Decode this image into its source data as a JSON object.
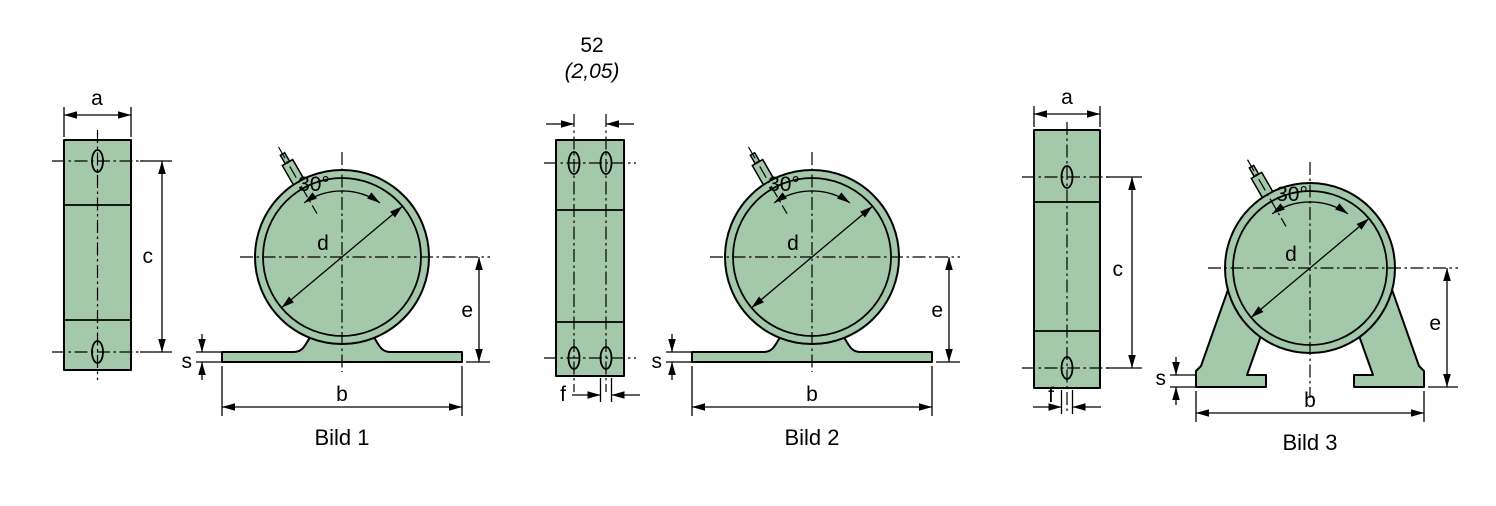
{
  "colors": {
    "part_fill": "#a4c8aa",
    "line": "#000000",
    "background": "#ffffff"
  },
  "figures": {
    "bild1": {
      "caption": "Bild 1",
      "dims": {
        "a": "a",
        "c": "c",
        "angle": "30°",
        "d": "d",
        "e": "e",
        "s": "s",
        "b": "b"
      }
    },
    "bild2": {
      "caption": "Bild 2",
      "top_value": "52",
      "top_value_secondary": "(2,05)",
      "dims": {
        "f": "f",
        "angle": "30°",
        "d": "d",
        "e": "e",
        "s": "s",
        "b": "b"
      }
    },
    "bild3": {
      "caption": "Bild 3",
      "dims": {
        "a": "a",
        "c": "c",
        "f": "f",
        "angle": "30°",
        "d": "d",
        "e": "e",
        "s": "s",
        "b": "b"
      }
    }
  }
}
